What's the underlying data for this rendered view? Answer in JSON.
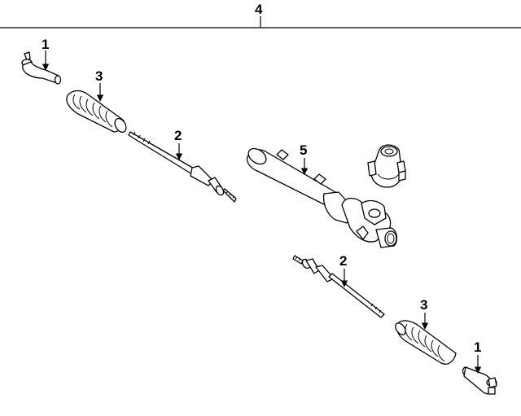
{
  "callouts": {
    "assembly": "4",
    "tie_rod_end_left": "1",
    "boot_left": "3",
    "inner_tie_rod_left": "2",
    "rack_housing": "5",
    "inner_tie_rod_right": "2",
    "boot_right": "3",
    "tie_rod_end_right": "1"
  },
  "colors": {
    "line": "#000000",
    "background": "#ffffff"
  }
}
